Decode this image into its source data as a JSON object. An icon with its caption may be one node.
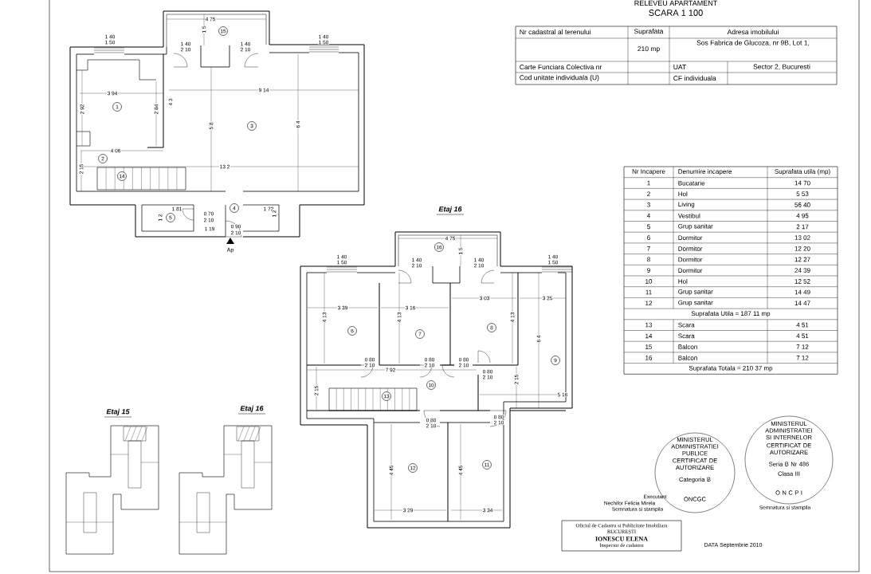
{
  "diagram": {
    "title": "RELEVEU APARTAMENT",
    "nodes": [
      {
        "text": [
          "15"
        ]
      },
      {
        "text": [
          "1"
        ]
      },
      {
        "text": [
          "3"
        ]
      },
      {
        "text": [
          "2"
        ]
      },
      {
        "text": [
          "14"
        ]
      },
      {
        "text": [
          "4"
        ]
      },
      {
        "text": [
          "5"
        ]
      },
      {
        "text": [
          "16"
        ]
      },
      {
        "text": [
          "6"
        ]
      },
      {
        "text": [
          "7"
        ]
      },
      {
        "text": [
          "8"
        ]
      },
      {
        "text": [
          "9"
        ]
      },
      {
        "text": [
          "10"
        ]
      },
      {
        "text": [
          "13"
        ]
      },
      {
        "text": [
          "12"
        ]
      },
      {
        "text": [
          "11"
        ]
      },
      {
        "text": [
          "MINISTERUL ADMINISTRATIEI PUBLICE",
          "CERTIFICAT DE AUTORIZARE",
          "Categoria B",
          "ONCGC"
        ]
      },
      {
        "text": [
          "MINISTERUL ADMINISTRATIEI SI INTERNELOR",
          "CERTIFICAT DE AUTORIZARE",
          "Seria B Nr 486",
          "Clasa III",
          "O N C P I"
        ]
      },
      {
        "text": [
          "Oficiul de Cadastru si Publicitate Imobiliara",
          "BUCUREȘTI",
          "IONESCU ELENA",
          "Inspector de cadastru"
        ]
      }
    ],
    "labels": [
      "SCARA 1 100",
      "Nr cadastral al terenului",
      "Suprafata",
      "Adresa imobilului",
      "210 mp",
      "Sos Fabrica de Glucoza, nr 9B, Lot 1,",
      "Carte Funciara Colectiva nr",
      "UAT",
      "Sector 2, Bucuresti",
      "Cod unitate individuala (U)",
      "CF individuala",
      "Nr Incapere",
      "Denumire incapere",
      "Suprafata utila (mp)",
      "1",
      "Bucatarie",
      "14 70",
      "2",
      "Hol",
      "5 53",
      "3",
      "Living",
      "56 40",
      "4",
      "Vestibul",
      "4 95",
      "5",
      "Grup sanitar",
      "2 17",
      "6",
      "Dormitor",
      "13 02",
      "7",
      "Dormitor",
      "12 20",
      "8",
      "Dormitor",
      "12 27",
      "9",
      "Dormitor",
      "24 39",
      "10",
      "Hol",
      "12 52",
      "11",
      "Grup sanitar",
      "14 49",
      "12",
      "Grup sanitar",
      "14 47",
      "Suprafata Utila = 187 11 mp",
      "13",
      "Scara",
      "4 51",
      "14",
      "Scara",
      "4 51",
      "15",
      "Balcon",
      "7 12",
      "16",
      "Balcon",
      "7 12",
      "Suprafata Totala = 210 37 mp",
      "4 75",
      "1 5",
      "1 40",
      "1 50",
      "1 40",
      "2 10",
      "1 40",
      "2 10",
      "1 40",
      "1 50",
      "3 94",
      "9 14",
      "4 3",
      "2 92",
      "2 84",
      "5 8",
      "6 4",
      "4 06",
      "2 15",
      "13 2",
      "1 81",
      "1 72",
      "1 2",
      "0 70",
      "2 10",
      "1 2",
      "1 19",
      "0 90",
      "2 10",
      "Ap",
      "Etaj 16",
      "4 75",
      "1 5",
      "1 40",
      "1 50",
      "1 40",
      "2 10",
      "1 40",
      "2 10",
      "1 40",
      "1 50",
      "3 39",
      "3 16",
      "3 03",
      "3 25",
      "4 13",
      "4 13",
      "4 13",
      "6 4",
      "0 80",
      "2 10",
      "0 80",
      "2 10",
      "0 80",
      "2 10",
      "0 80",
      "2 10",
      "7 92",
      "2 15",
      "2 15",
      "5 16",
      "0 80",
      "2 10",
      "0 80",
      "2 10",
      "4 45",
      "4 45",
      "3 29",
      "3 34",
      "Etaj 15",
      "Etaj 16",
      "Executant",
      "Nechifor Felicia Mirela",
      "Semnatura si stampila",
      "Semnatura si stampila",
      "DATA Septembrie 2010"
    ]
  }
}
